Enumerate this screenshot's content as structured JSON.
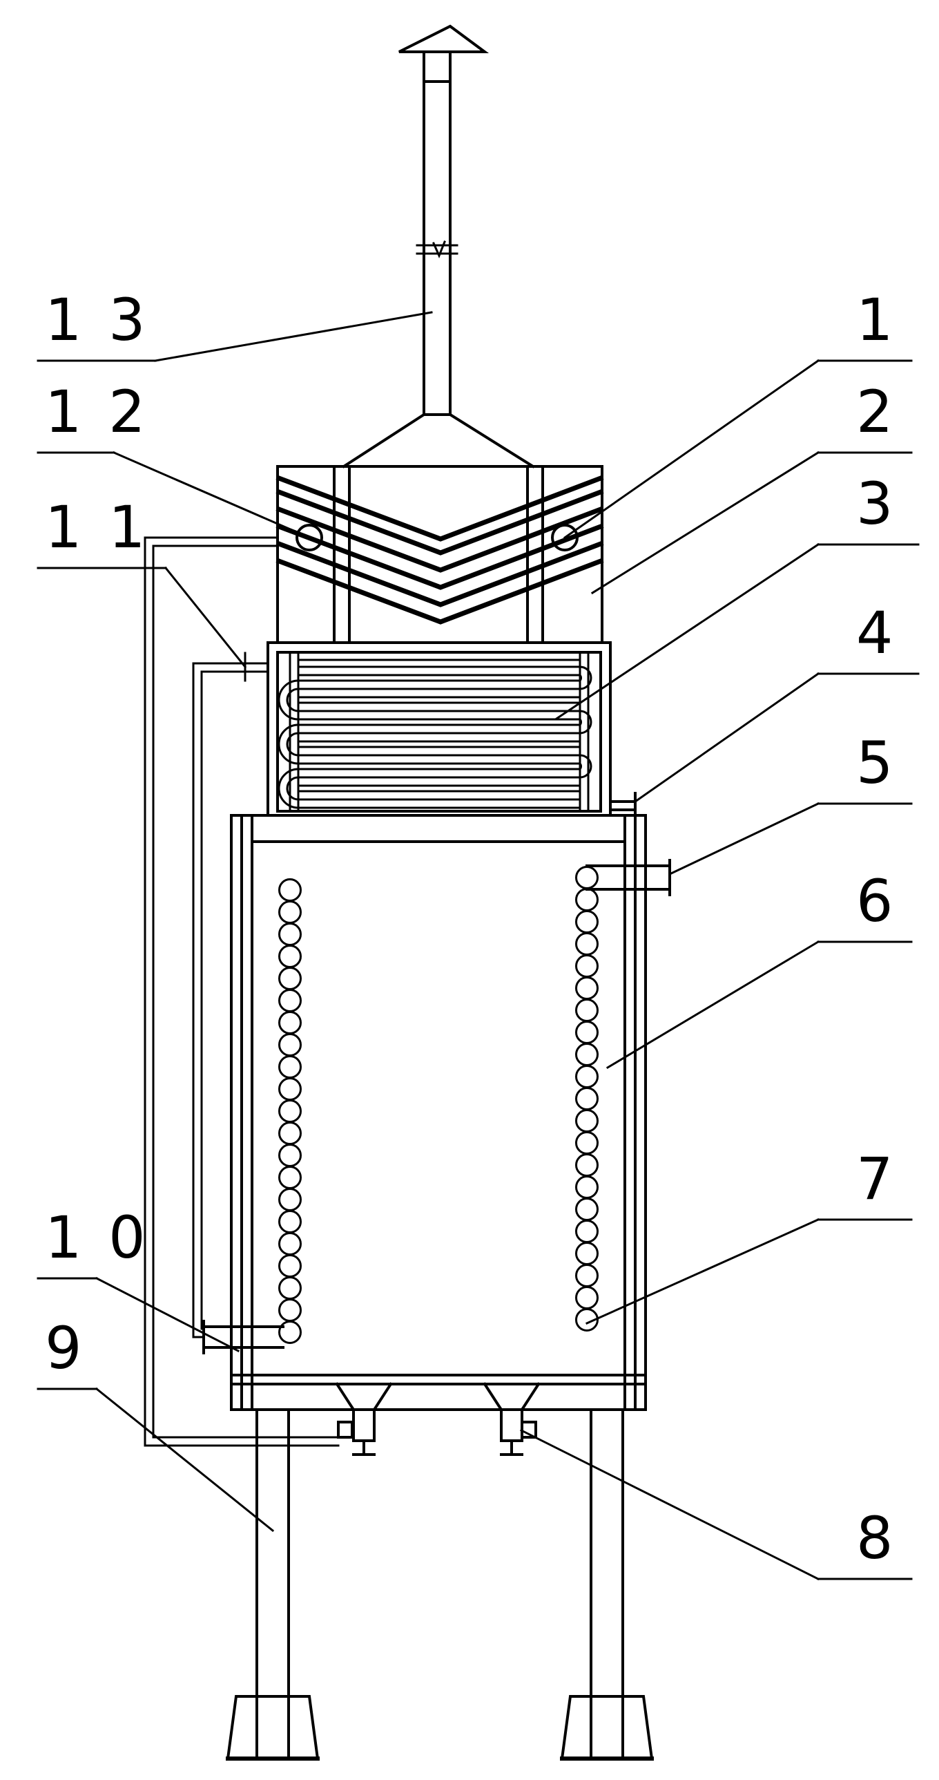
{
  "labels": [
    {
      "id": "13",
      "text": "1 3"
    },
    {
      "id": "12",
      "text": "1 2"
    },
    {
      "id": "11",
      "text": "1 1"
    },
    {
      "id": "1",
      "text": "1"
    },
    {
      "id": "2",
      "text": "2"
    },
    {
      "id": "3",
      "text": "3"
    },
    {
      "id": "4",
      "text": "4"
    },
    {
      "id": "5",
      "text": "5"
    },
    {
      "id": "6",
      "text": "6"
    },
    {
      "id": "7",
      "text": "7"
    },
    {
      "id": "10",
      "text": "1 0"
    },
    {
      "id": "9",
      "text": "9"
    },
    {
      "id": "8",
      "text": "8"
    }
  ]
}
